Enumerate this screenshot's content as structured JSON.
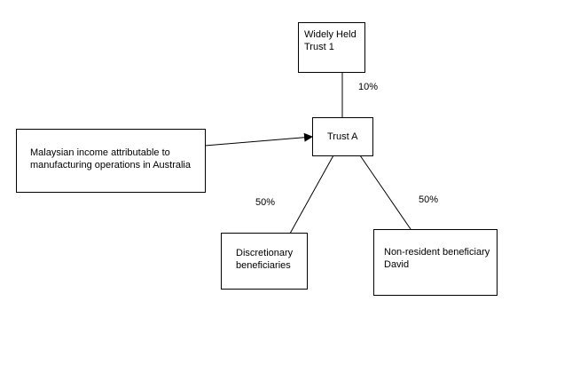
{
  "nodes": {
    "widely_held_trust": {
      "label": "Widely Held\nTrust 1"
    },
    "trust_a": {
      "label": "Trust A"
    },
    "malaysian_income": {
      "label": "Malaysian income attributable to\nmanufacturing operations in Australia"
    },
    "discretionary": {
      "label": "Discretionary\nbeneficiaries"
    },
    "non_resident": {
      "label": "Non-resident beneficiary\nDavid"
    }
  },
  "percentages": {
    "widely_held_to_trust_a": "10%",
    "trust_a_to_discretionary": "50%",
    "trust_a_to_non_resident": "50%"
  },
  "colors": {
    "line": "#000000",
    "background": "#ffffff"
  }
}
